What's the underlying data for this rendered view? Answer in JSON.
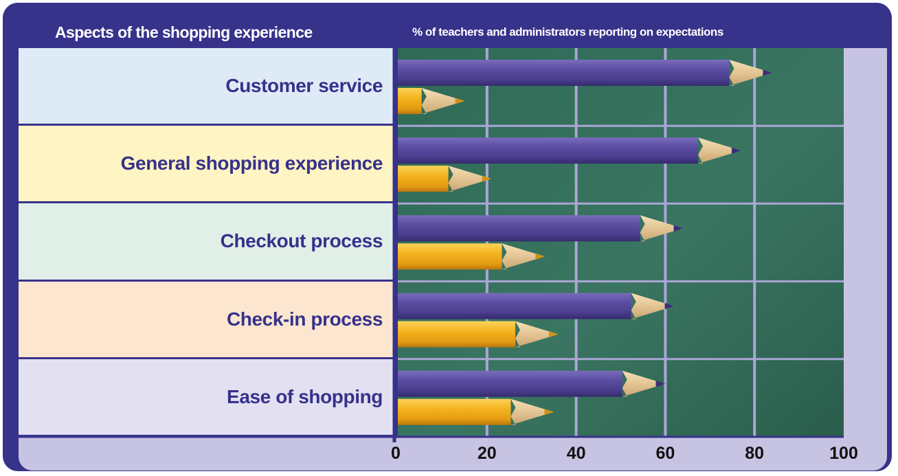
{
  "header": {
    "left_title": "Aspects of the shopping experience",
    "right_title": "% of teachers and administrators reporting on expectations"
  },
  "colors": {
    "frame": "#37328a",
    "board": "#2e6552",
    "grid": "#aaa6d6",
    "purple_pencil": "#5a4c9e",
    "yellow_pencil": "#f2b21d",
    "label_text": "#36318b"
  },
  "row_colors": [
    "#deebf7",
    "#fff4c3",
    "#e1efe9",
    "#fde6cf",
    "#e3e0f1"
  ],
  "chart_data": {
    "type": "bar",
    "orientation": "horizontal",
    "categories": [
      "Customer service",
      "General shopping experience",
      "Checkout process",
      "Check-in process",
      "Ease of shopping"
    ],
    "series": [
      {
        "values": [
          84,
          77,
          64,
          62,
          60
        ]
      },
      {
        "values": [
          15,
          21,
          33,
          36,
          35
        ]
      }
    ],
    "xlim": [
      0,
      100
    ],
    "xticks": [
      "0",
      "20",
      "40",
      "60",
      "80",
      "100"
    ],
    "grid": true
  }
}
